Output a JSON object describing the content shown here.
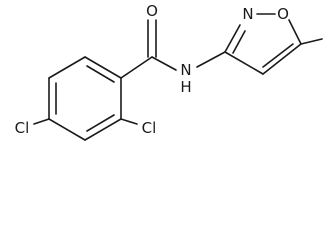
{
  "molecule": {
    "atoms": {
      "carbonyl_oxygen": "O",
      "amide_nitrogen": "N",
      "amide_hydrogen": "H",
      "ring_nitrogen": "N",
      "ring_oxygen": "O",
      "chlorine_para": "Cl",
      "chlorine_ortho": "Cl"
    }
  }
}
